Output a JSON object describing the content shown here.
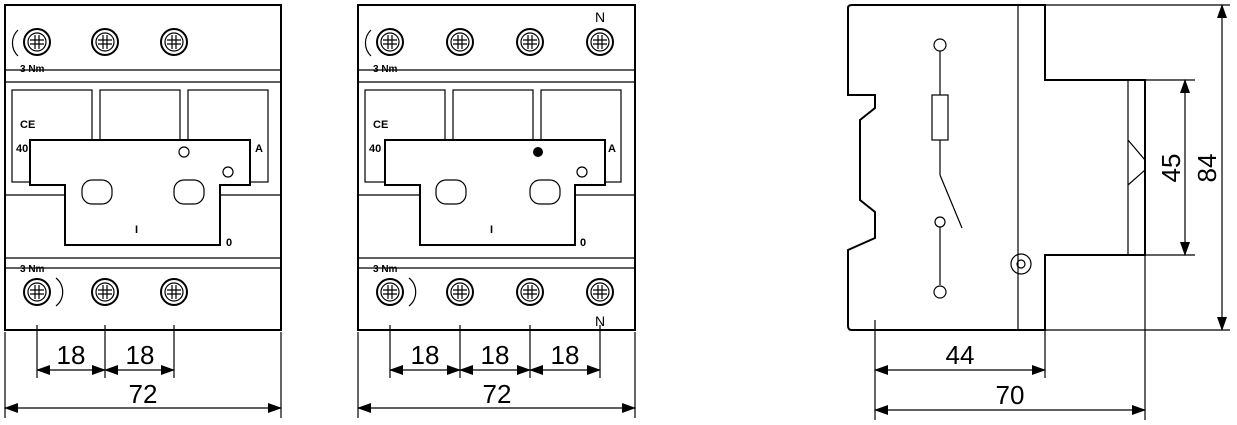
{
  "torque_label": "3 Nm",
  "neutral_label": "N",
  "markings": {
    "ce": "CE",
    "rating_left": "40",
    "rating_right": "A",
    "pos_on": "I",
    "pos_off": "0"
  },
  "view_3pole": {
    "pitch_dims": [
      "18",
      "18"
    ],
    "width_dim": "72"
  },
  "view_4pole": {
    "pitch_dims": [
      "18",
      "18",
      "18"
    ],
    "width_dim": "72"
  },
  "view_side": {
    "depth_front_dim": "44",
    "depth_total_dim": "70",
    "front_height_dim": "45",
    "total_height_dim": "84"
  }
}
